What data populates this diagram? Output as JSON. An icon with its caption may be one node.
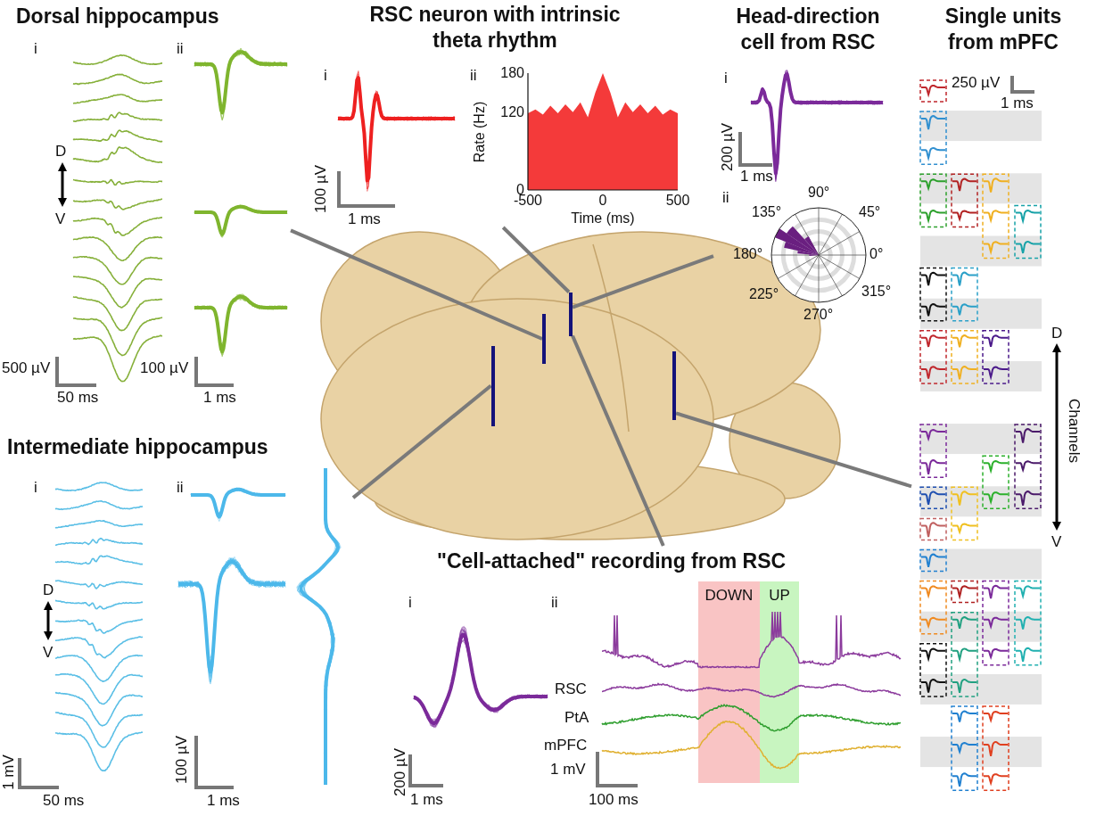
{
  "diagram": {
    "nodes": [
      {
        "text": [
          "Dorsal hippocampus"
        ]
      },
      {
        "text": [
          "RSC neuron with intrinsic theta rhythm"
        ]
      },
      {
        "text": [
          "Head-direction cell from RSC"
        ]
      },
      {
        "text": [
          "Single units from mPFC"
        ]
      },
      {
        "text": [
          "Intermediate hippocampus"
        ]
      },
      {
        "text": [
          "\"Cell-attached\" recording from RSC"
        ]
      },
      {
        "text": [],
        "shape": "picture"
      },
      {
        "text": [],
        "shape": "bar",
        "in": 6
      },
      {
        "text": [],
        "shape": "bar",
        "in": 6
      },
      {
        "text": [],
        "shape": "bar",
        "in": 6
      },
      {
        "text": [],
        "shape": "bar",
        "in": 6
      },
      {
        "text": [
          "DOWN"
        ],
        "in": 5
      },
      {
        "text": [
          "UP"
        ],
        "in": 5
      }
    ],
    "edges": [
      {
        "from": 0,
        "to": 8,
        "arrow": "none"
      },
      {
        "from": 1,
        "to": 9,
        "arrow": "none"
      },
      {
        "from": 2,
        "to": 9,
        "arrow": "none"
      },
      {
        "from": 3,
        "to": 10,
        "arrow": "none"
      },
      {
        "from": 4,
        "to": 7,
        "arrow": "none"
      },
      {
        "from": 5,
        "to": 9,
        "arrow": "none"
      }
    ],
    "labels": [
      "i",
      "ii",
      "D",
      "V",
      "500 µV",
      "50 ms",
      "100 µV",
      "1 ms",
      "i",
      "ii",
      "100 µV",
      "1 ms",
      "i",
      "200 µV",
      "1 ms",
      "ii",
      "90°",
      "135°",
      "45°",
      "180°",
      "0°",
      "225°",
      "315°",
      "270°",
      "250 µV",
      "1 ms",
      "D",
      "Channels",
      "V",
      "i",
      "ii",
      "D",
      "V",
      "1 mV",
      "50 ms",
      "100 µV",
      "1 ms",
      "i",
      "ii",
      "200 µV",
      "1 ms",
      "RSC",
      "PtA",
      "mPFC",
      "1 mV",
      "100 ms"
    ],
    "chart_data": {
      "type": "area",
      "xlabel": "Time (ms)",
      "ylabel": "Rate (Hz)",
      "x": [
        -500,
        -450,
        -400,
        -350,
        -300,
        -250,
        -200,
        -150,
        -100,
        -50,
        0,
        50,
        100,
        150,
        200,
        250,
        300,
        350,
        400,
        450,
        500
      ],
      "values": [
        118,
        124,
        116,
        130,
        118,
        132,
        120,
        135,
        112,
        150,
        180,
        150,
        112,
        135,
        120,
        132,
        118,
        130,
        116,
        124,
        118
      ],
      "xlim": [
        -500,
        500
      ],
      "ylim": [
        0,
        180
      ],
      "xticks": [
        -500,
        0,
        500
      ],
      "yticks": [
        0,
        120,
        180
      ]
    }
  }
}
